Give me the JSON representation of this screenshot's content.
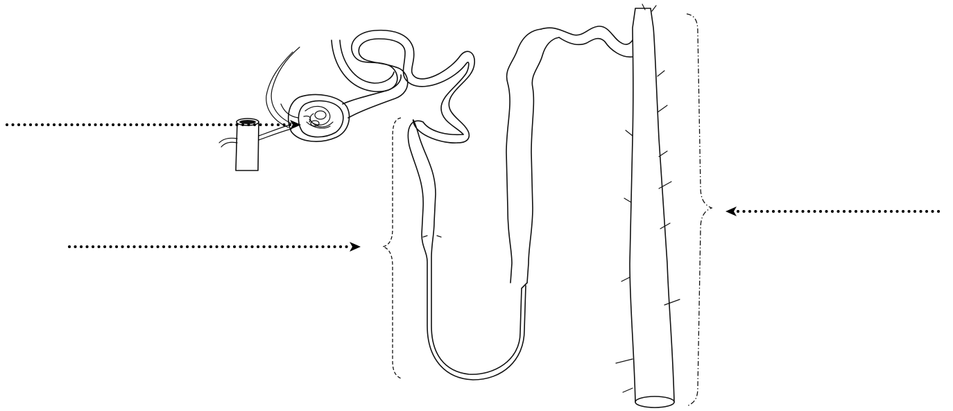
{
  "diagram": {
    "subject": "nephron",
    "labels": [
      {
        "id": "glomerulus-label",
        "text": ""
      },
      {
        "id": "loop-of-henle-label",
        "text": ""
      },
      {
        "id": "collecting-duct-label",
        "text": ""
      }
    ],
    "colors": {
      "line": "#111111",
      "background": "#ffffff"
    }
  }
}
